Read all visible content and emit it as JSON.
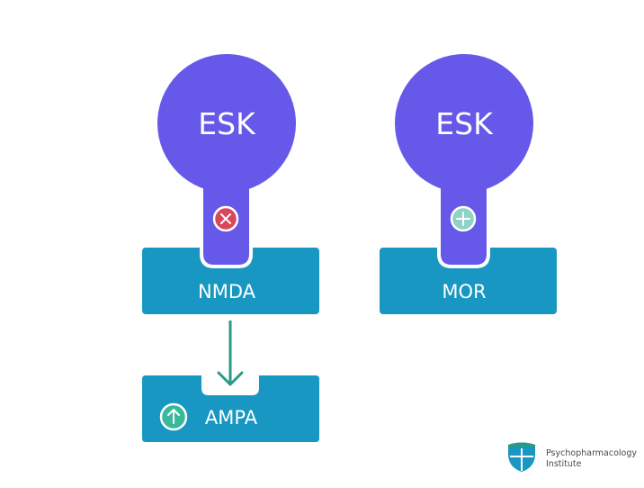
{
  "diagram": {
    "left": {
      "drug_label": "ESK",
      "action": "antagonist",
      "action_icon": "x-icon",
      "action_color": "#d9485a",
      "receptor_label": "NMDA"
    },
    "right": {
      "drug_label": "ESK",
      "action": "agonist",
      "action_icon": "plus-icon",
      "action_color": "#8fd3c4",
      "receptor_label": "MOR"
    },
    "downstream": {
      "label": "AMPA",
      "effect_icon": "up-arrow-icon",
      "effect_color": "#3bb89a"
    }
  },
  "colors": {
    "drug": "#6658e8",
    "receptor": "#1797c1",
    "arrow": "#2a9a86"
  },
  "logo": {
    "line1": "Psychopharmacology",
    "line2": "Institute",
    "icon": "shield-logo-icon"
  }
}
